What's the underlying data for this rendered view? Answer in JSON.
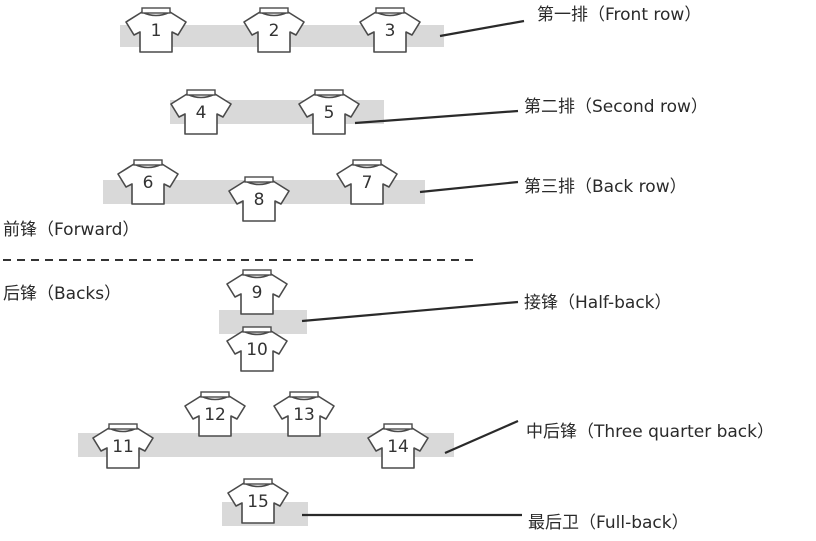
{
  "positions": {
    "front_row": "第一排（Front row）",
    "second_row": "第二排（Second row）",
    "back_row": "第三排（Back row）",
    "half_back": "接锋（Half-back）",
    "three_quarter": "中后锋（Three quarter back）",
    "full_back": "最后卫（Full-back）"
  },
  "groups": {
    "forward": "前锋（Forward）",
    "backs": "后锋（Backs）"
  },
  "players": {
    "p1": "1",
    "p2": "2",
    "p3": "3",
    "p4": "4",
    "p5": "5",
    "p6": "6",
    "p7": "7",
    "p8": "8",
    "p9": "9",
    "p10": "10",
    "p11": "11",
    "p12": "12",
    "p13": "13",
    "p14": "14",
    "p15": "15"
  }
}
